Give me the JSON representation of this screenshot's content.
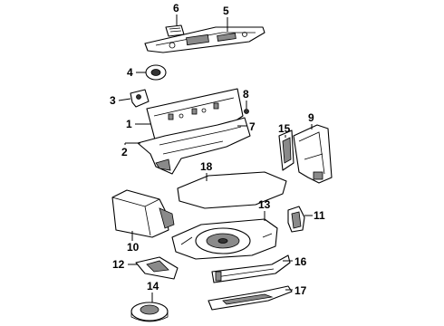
{
  "diagram": {
    "callouts": {
      "c1": "1",
      "c2": "2",
      "c3": "3",
      "c4": "4",
      "c5": "5",
      "c6": "6",
      "c7": "7",
      "c8": "8",
      "c9": "9",
      "c10": "10",
      "c11": "11",
      "c12": "12",
      "c13": "13",
      "c14": "14",
      "c15": "15",
      "c16": "16",
      "c17": "17",
      "c18": "18"
    },
    "colors": {
      "line": "#000000",
      "background": "#ffffff",
      "shade": "#8a8a8a"
    }
  }
}
